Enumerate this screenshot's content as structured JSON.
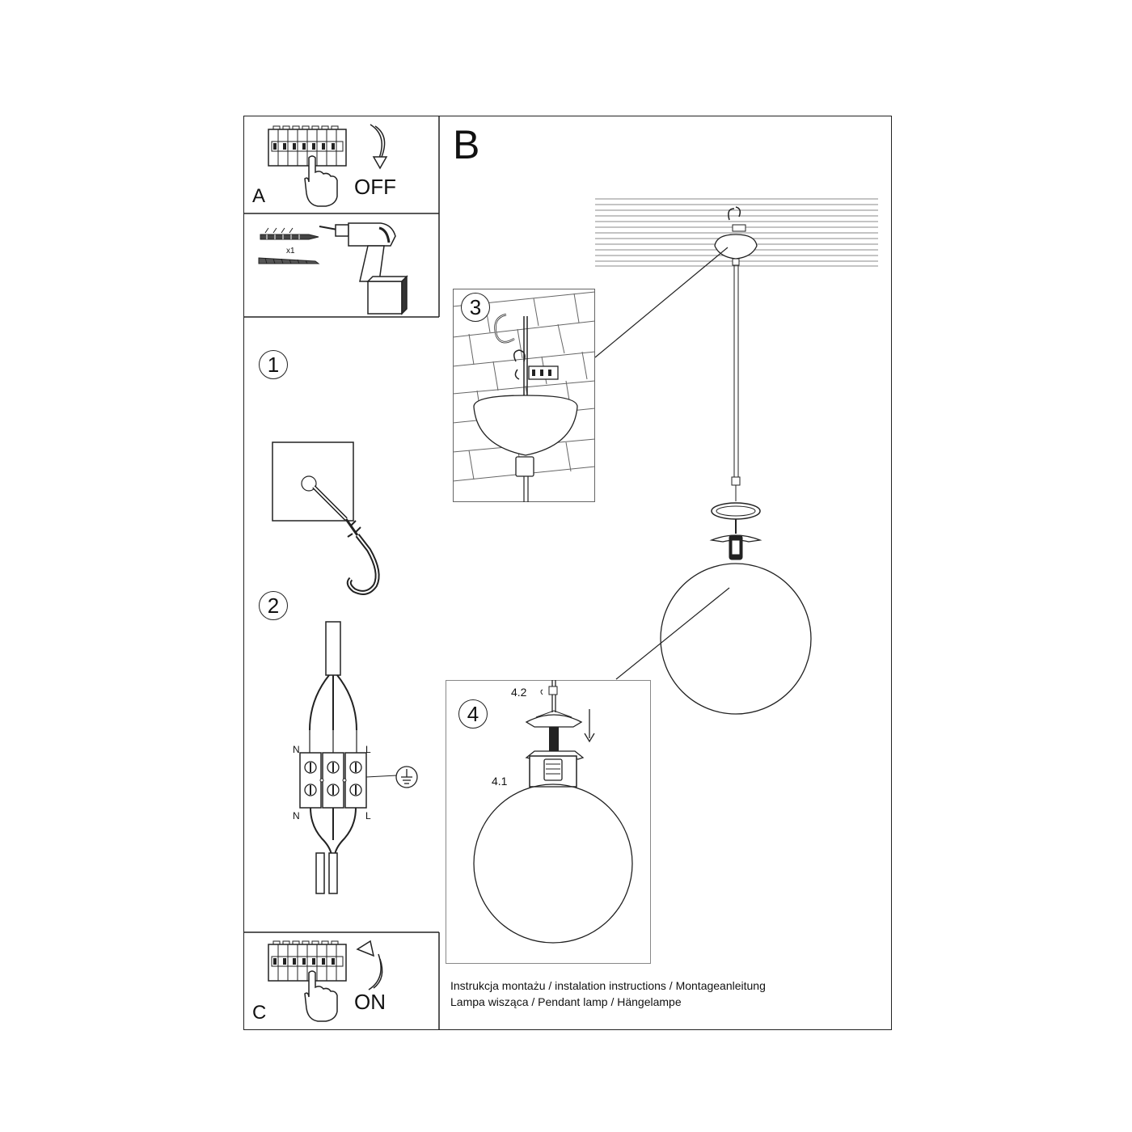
{
  "panels": {
    "a": {
      "letter": "A",
      "action": "OFF"
    },
    "b": {
      "letter": "B"
    },
    "c": {
      "letter": "C",
      "action": "ON"
    }
  },
  "hardware": {
    "quantity": "x1"
  },
  "steps": {
    "s1": "1",
    "s2": "2",
    "s3": "3",
    "s4": "4"
  },
  "wiring": {
    "n_top": "N",
    "l_top": "L",
    "n_bottom": "N",
    "l_bottom": "L"
  },
  "parts": {
    "p41": "4.1",
    "p42": "4.2"
  },
  "caption": {
    "line1": "Instrukcja montażu / instalation instructions / Montageanleitung",
    "line2": "Lampa wisząca / Pendant lamp / Hängelampe"
  }
}
